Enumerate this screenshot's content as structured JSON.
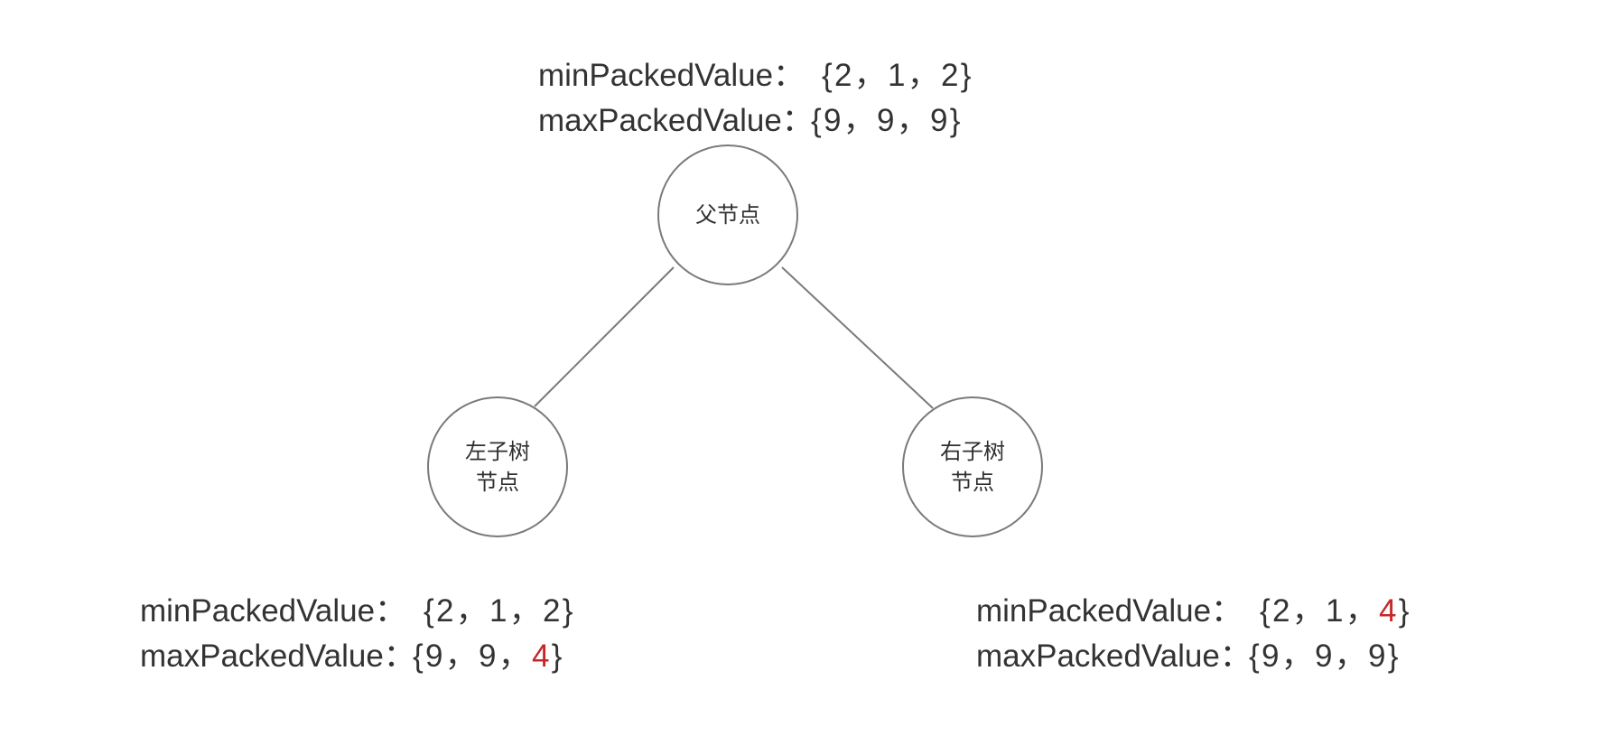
{
  "diagram": {
    "nodes": {
      "parent": {
        "lines": [
          "父节点"
        ]
      },
      "left": {
        "lines": [
          "左子树",
          "节点"
        ]
      },
      "right": {
        "lines": [
          "右子树",
          "节点"
        ]
      }
    },
    "labels": {
      "parent": {
        "min": {
          "key": "minPackedValue：",
          "values": [
            "2",
            "1",
            "2"
          ],
          "highlight": []
        },
        "max": {
          "key": "maxPackedValue：",
          "values": [
            "9",
            "9",
            "9"
          ],
          "highlight": []
        }
      },
      "left": {
        "min": {
          "key": "minPackedValue：",
          "values": [
            "2",
            "1",
            "2"
          ],
          "highlight": []
        },
        "max": {
          "key": "maxPackedValue：",
          "values": [
            "9",
            "9",
            "4"
          ],
          "highlight": [
            2
          ]
        }
      },
      "right": {
        "min": {
          "key": "minPackedValue：",
          "values": [
            "2",
            "1",
            "4"
          ],
          "highlight": [
            2
          ]
        },
        "max": {
          "key": "maxPackedValue：",
          "values": [
            "9",
            "9",
            "9"
          ],
          "highlight": []
        }
      }
    },
    "colors": {
      "text": "#333333",
      "highlight": "#c62828",
      "stroke": "#7a7a7a"
    }
  }
}
